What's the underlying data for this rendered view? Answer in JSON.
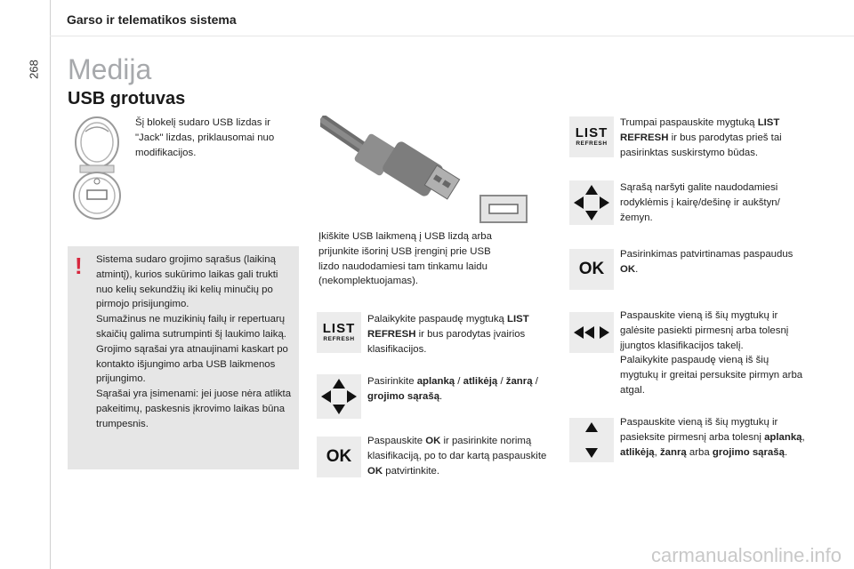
{
  "header": {
    "section_title": "Garso ir telematikos sistema",
    "page_number": "268"
  },
  "page": {
    "title": "Medija",
    "subtitle": "USB grotuvas"
  },
  "intro": {
    "text": "Šį blokelį sudaro USB lizdas ir \"Jack\" lizdas, priklausomai nuo modifikacijos."
  },
  "warning": {
    "mark": "!",
    "text": "Sistema sudaro grojimo sąrašus (laikiną atmintį), kurios sukūrimo laikas gali trukti nuo kelių sekundžių iki kelių minučių po pirmojo prisijungimo.\nSumažinus ne muzikinių failų ir repertuarų skaičių galima sutrumpinti šį laukimo laiką. Grojimo sąrašai yra atnaujinami kaskart po kontakto išjungimo arba USB laikmenos prijungimo.\nSąrašai yra įsimenami: jei juose nėra atlikta pakeitimų, paskesnis įkrovimo laikas būna trumpesnis."
  },
  "usb_caption": {
    "text": "Įkiškite USB laikmeną į USB lizdą arba prijunkite išorinį USB įrenginį prie USB lizdo naudodamiesi tam tinkamu laidu (nekomplektuojamas)."
  },
  "buttons": {
    "list_line1": "LIST",
    "list_line2": "REFRESH",
    "ok": "OK"
  },
  "steps_mid": {
    "s1": {
      "a": "Palaikykite paspaudę mygtuką ",
      "b": "LIST REFRESH",
      "c": " ir bus parodytas įvairios klasifikacijos."
    },
    "s2": {
      "a": "Pasirinkite ",
      "b": "aplanką",
      "c": " / ",
      "d": "atlikėją",
      "e": " / ",
      "f": "žanrą",
      "g": " / ",
      "h": "grojimo sąrašą",
      "i": "."
    },
    "s3": {
      "a": "Paspauskite ",
      "b": "OK",
      "c": " ir pasirinkite norimą klasifikaciją, po to dar kartą paspauskite ",
      "d": "OK",
      "e": " patvirtinkite."
    }
  },
  "steps_right": {
    "s1": {
      "a": "Trumpai paspauskite mygtuką ",
      "b": "LIST REFRESH",
      "c": " ir bus parodytas prieš tai pasirinktas suskirstymo būdas."
    },
    "s2": {
      "a": "Sąrašą naršyti galite naudodamiesi rodyklėmis į kairę/dešinę ir aukštyn/žemyn."
    },
    "s3": {
      "a": "Pasirinkimas patvirtinamas paspaudus ",
      "b": "OK",
      "c": "."
    },
    "s4": {
      "a": "Paspauskite vieną iš šių mygtukų ir galėsite pasiekti pirmesnį arba tolesnį įjungtos klasifikacijos takelį.\nPalaikykite paspaudę vieną iš šių mygtukų ir greitai persuksite pirmyn arba atgal."
    },
    "s5": {
      "a": "Paspauskite vieną iš šių mygtukų ir pasieksite pirmesnį arba tolesnį ",
      "b": "aplanką",
      "c": ", ",
      "d": "atlikėją",
      "e": ", ",
      "f": "žanrą",
      "g": " arba ",
      "h": "grojimo sąrašą",
      "i": "."
    }
  },
  "watermark": "carmanualsonline.info",
  "colors": {
    "title_grey": "#a7a9ac",
    "panel_grey": "#e6e6e6",
    "warning_red": "#d7263d"
  }
}
